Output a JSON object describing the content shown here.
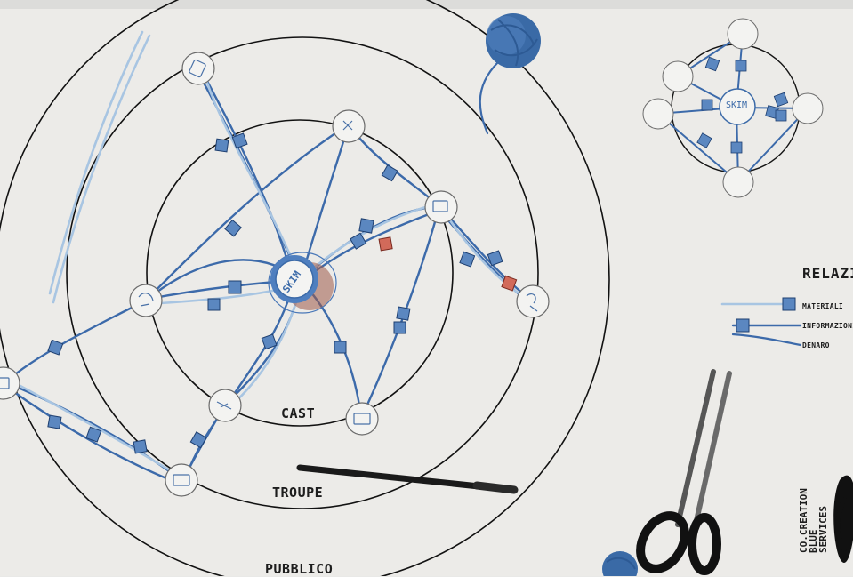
{
  "rings": {
    "inner": "CAST",
    "middle": "TROUPE",
    "outer": "PUBBLICO"
  },
  "center_badge": "SKIM",
  "mini_map": {
    "center_badge": "SKIM"
  },
  "legend": {
    "title": "RELAZI",
    "items": [
      {
        "key": "materiali",
        "label": "MATERIALI"
      },
      {
        "key": "informazioni",
        "label": "INFORMAZIONI"
      },
      {
        "key": "denaro",
        "label": "DENARO"
      }
    ]
  },
  "brand": {
    "line1": "CO.CREATION",
    "line2": "BLUE",
    "line3": "SERVICES"
  },
  "colors": {
    "paper": "#ececea",
    "ring": "#111111",
    "yarn_dark": "#3f6fb0",
    "yarn_light": "#a9c6e3",
    "token_blue": "#5b86bf",
    "token_red": "#d2695a",
    "disc": "#f2f2f0"
  }
}
